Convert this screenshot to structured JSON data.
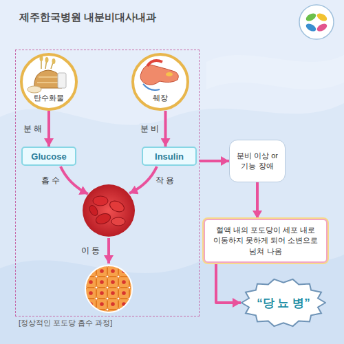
{
  "diagram": {
    "title": "제주한국병원 내분비대사내과",
    "nodes": [
      {
        "text": [
          "[정상적인 포도당 흡수 과정]"
        ]
      },
      {
        "text": [
          "탄수화물"
        ],
        "in": 0
      },
      {
        "text": [
          "췌장"
        ],
        "in": 0
      },
      {
        "text": [
          "Glucose"
        ],
        "in": 0
      },
      {
        "text": [
          "Insulin"
        ],
        "in": 0
      },
      {
        "text": [
          "분비 이상 or 기능 장애"
        ]
      },
      {
        "text": [
          "혈액 내의 포도당이 세포 내로 이동하지 못하게 되어 소변으로 넘쳐 나옴"
        ]
      },
      {
        "text": [
          "“당 뇨 병”"
        ]
      }
    ],
    "edges": [
      {
        "from": 1,
        "to": 3,
        "label": "분 해",
        "arrow": "to"
      },
      {
        "from": 2,
        "to": 4,
        "label": "분 비",
        "arrow": "to"
      },
      {
        "from": 0,
        "to": 5,
        "arrow": "to"
      },
      {
        "from": 5,
        "to": 6,
        "arrow": "to"
      },
      {
        "from": 6,
        "to": 7,
        "arrow": "to"
      }
    ],
    "labels": [
      "흡 수",
      "작 용",
      "이 동"
    ]
  }
}
